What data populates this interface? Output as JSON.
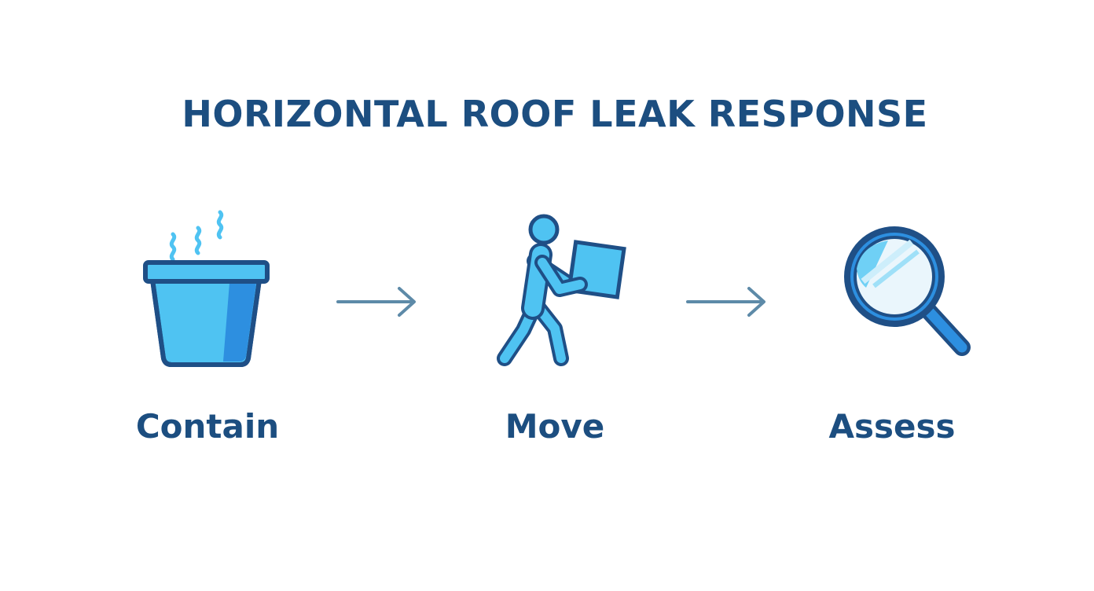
{
  "title": "HORIZONTAL ROOF LEAK RESPONSE",
  "steps": [
    {
      "label": "Contain",
      "icon": "bucket-icon"
    },
    {
      "label": "Move",
      "icon": "person-carrying-box-icon"
    },
    {
      "label": "Assess",
      "icon": "magnifying-glass-icon"
    }
  ],
  "colors": {
    "title": "#1c4e80",
    "icon_outline": "#1f4f86",
    "icon_fill": "#4fc3f2",
    "icon_shade": "#2d8fe0",
    "arrow": "#5d8aa8"
  }
}
